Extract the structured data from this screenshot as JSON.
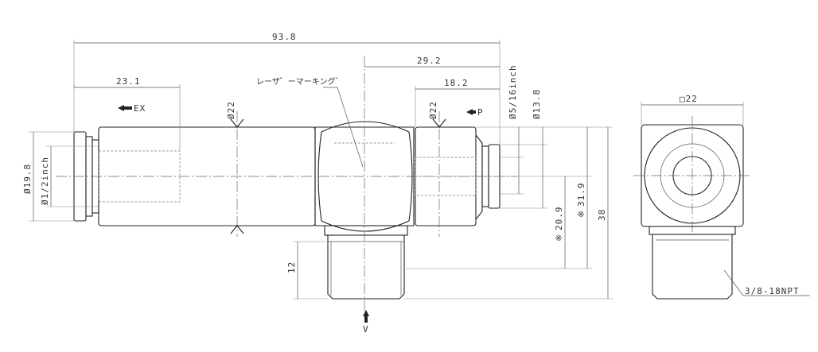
{
  "dimensions": {
    "overall_length": "93.8",
    "ex_length": "23.1",
    "p_offset": "29.2",
    "p_length": "18.2",
    "body_dia_left": "Ø22",
    "body_dia_right": "Ø22",
    "tube_od_p": "Ø5/16inch",
    "p_release_dia": "Ø13.8",
    "ex_release_dia": "Ø19.8",
    "tube_od_ex": "Ø1/2inch",
    "center_height_a": "20.9",
    "center_height_b": "31.9",
    "total_height": "38",
    "thread_length": "12",
    "square_size": "□22",
    "thread_spec": "3/8-18NPT"
  },
  "labels": {
    "laser_marking": "レーザ゛ーマーキング゛",
    "port_ex": "EX",
    "port_p": "P",
    "port_v": "V"
  },
  "symbols": {
    "approx": "※"
  }
}
